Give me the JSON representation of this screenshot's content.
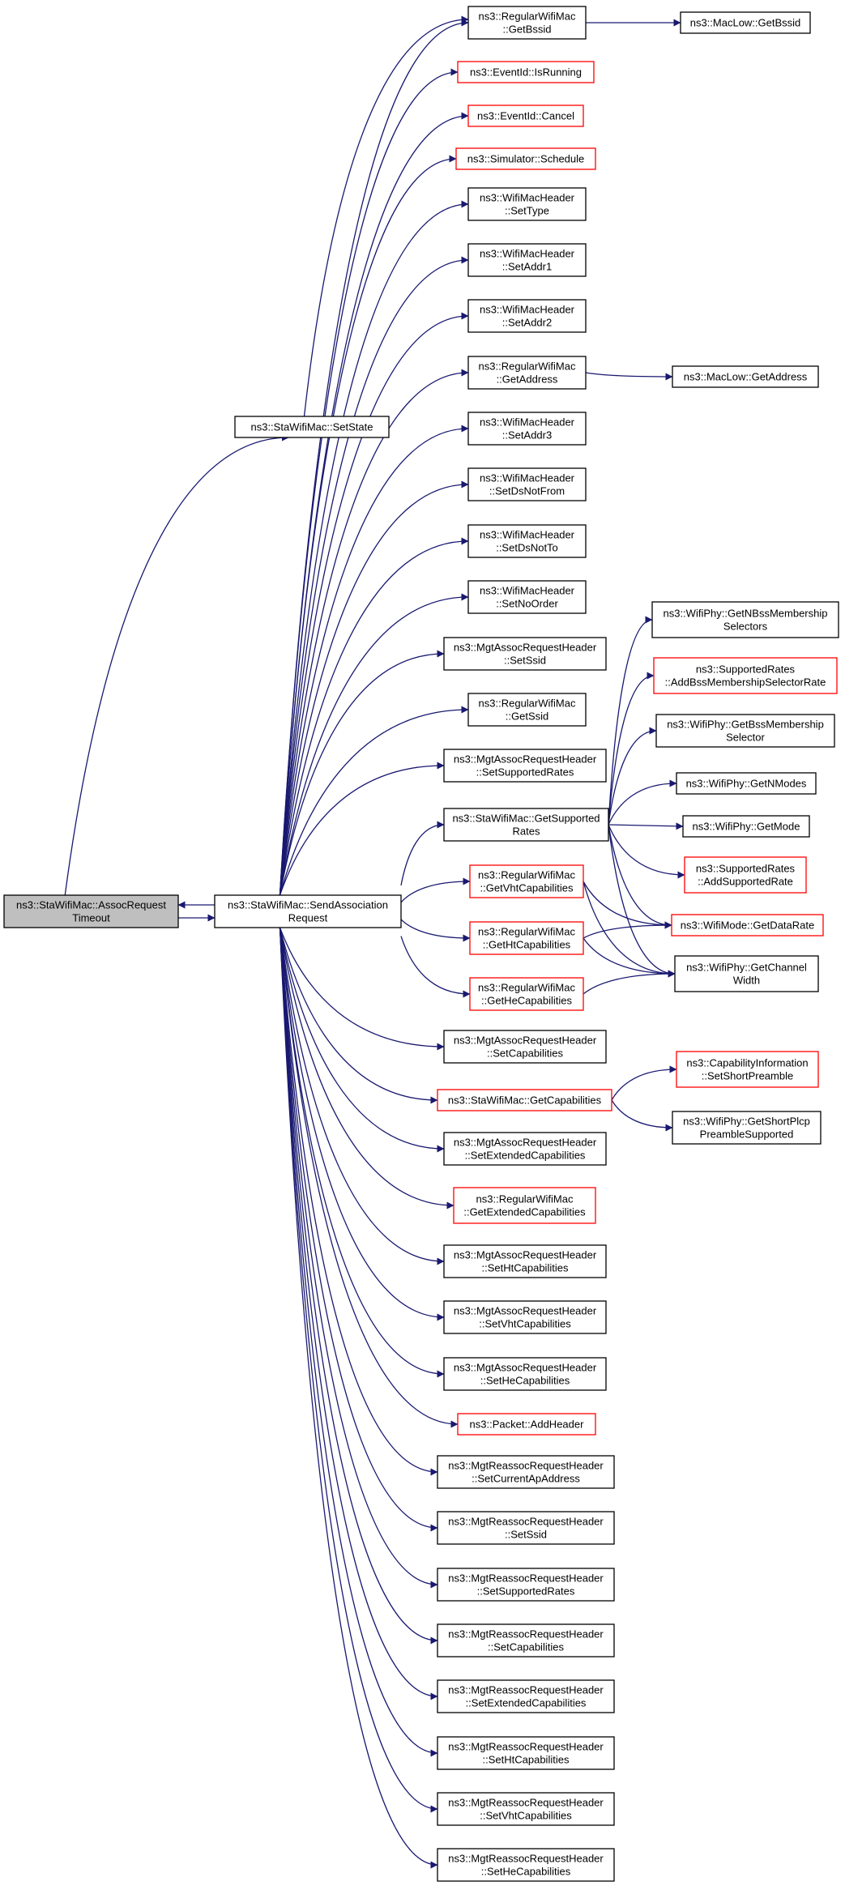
{
  "colors": {
    "edge": "#191970",
    "node_border": "#000000",
    "node_border_undocumented": "#ff0000",
    "root_fill": "#bfbfbf",
    "node_fill": "#ffffff"
  },
  "nodes": {
    "assoc_timeout": {
      "lines": [
        "ns3::StaWifiMac::AssocRequest",
        "Timeout"
      ],
      "style": "root"
    },
    "set_state": {
      "lines": [
        "ns3::StaWifiMac::SetState"
      ],
      "style": "black"
    },
    "send_assoc": {
      "lines": [
        "ns3::StaWifiMac::SendAssociation",
        "Request"
      ],
      "style": "black"
    },
    "rw_getbssid": {
      "lines": [
        "ns3::RegularWifiMac",
        "::GetBssid"
      ],
      "style": "black"
    },
    "maclow_getbssid": {
      "lines": [
        "ns3::MacLow::GetBssid"
      ],
      "style": "black"
    },
    "eventid_isrunning": {
      "lines": [
        "ns3::EventId::IsRunning"
      ],
      "style": "red"
    },
    "eventid_cancel": {
      "lines": [
        "ns3::EventId::Cancel"
      ],
      "style": "red"
    },
    "sim_schedule": {
      "lines": [
        "ns3::Simulator::Schedule"
      ],
      "style": "red"
    },
    "wmh_settype": {
      "lines": [
        "ns3::WifiMacHeader",
        "::SetType"
      ],
      "style": "black"
    },
    "wmh_setaddr1": {
      "lines": [
        "ns3::WifiMacHeader",
        "::SetAddr1"
      ],
      "style": "black"
    },
    "wmh_setaddr2": {
      "lines": [
        "ns3::WifiMacHeader",
        "::SetAddr2"
      ],
      "style": "black"
    },
    "rw_getaddress": {
      "lines": [
        "ns3::RegularWifiMac",
        "::GetAddress"
      ],
      "style": "black"
    },
    "maclow_getaddress": {
      "lines": [
        "ns3::MacLow::GetAddress"
      ],
      "style": "black"
    },
    "wmh_setaddr3": {
      "lines": [
        "ns3::WifiMacHeader",
        "::SetAddr3"
      ],
      "style": "black"
    },
    "wmh_setdsnotfrom": {
      "lines": [
        "ns3::WifiMacHeader",
        "::SetDsNotFrom"
      ],
      "style": "black"
    },
    "wmh_setdsnotto": {
      "lines": [
        "ns3::WifiMacHeader",
        "::SetDsNotTo"
      ],
      "style": "black"
    },
    "wmh_setnoorder": {
      "lines": [
        "ns3::WifiMacHeader",
        "::SetNoOrder"
      ],
      "style": "black"
    },
    "marh_setssid": {
      "lines": [
        "ns3::MgtAssocRequestHeader",
        "::SetSsid"
      ],
      "style": "black"
    },
    "rw_getssid": {
      "lines": [
        "ns3::RegularWifiMac",
        "::GetSsid"
      ],
      "style": "black"
    },
    "marh_setsupportedrates": {
      "lines": [
        "ns3::MgtAssocRequestHeader",
        "::SetSupportedRates"
      ],
      "style": "black"
    },
    "sta_getsupportedrates": {
      "lines": [
        "ns3::StaWifiMac::GetSupported",
        "Rates"
      ],
      "style": "black"
    },
    "phy_getnbss": {
      "lines": [
        "ns3::WifiPhy::GetNBssMembership",
        "Selectors"
      ],
      "style": "black"
    },
    "sr_addbss": {
      "lines": [
        "ns3::SupportedRates",
        "::AddBssMembershipSelectorRate"
      ],
      "style": "red"
    },
    "phy_getbss": {
      "lines": [
        "ns3::WifiPhy::GetBssMembership",
        "Selector"
      ],
      "style": "black"
    },
    "phy_getnmodes": {
      "lines": [
        "ns3::WifiPhy::GetNModes"
      ],
      "style": "black"
    },
    "phy_getmode": {
      "lines": [
        "ns3::WifiPhy::GetMode"
      ],
      "style": "black"
    },
    "sr_addsupported": {
      "lines": [
        "ns3::SupportedRates",
        "::AddSupportedRate"
      ],
      "style": "red"
    },
    "mode_getdatarate": {
      "lines": [
        "ns3::WifiMode::GetDataRate"
      ],
      "style": "red"
    },
    "phy_getchannelwidth": {
      "lines": [
        "ns3::WifiPhy::GetChannel",
        "Width"
      ],
      "style": "black"
    },
    "rw_getvht": {
      "lines": [
        "ns3::RegularWifiMac",
        "::GetVhtCapabilities"
      ],
      "style": "red"
    },
    "rw_getht": {
      "lines": [
        "ns3::RegularWifiMac",
        "::GetHtCapabilities"
      ],
      "style": "red"
    },
    "rw_gethe": {
      "lines": [
        "ns3::RegularWifiMac",
        "::GetHeCapabilities"
      ],
      "style": "red"
    },
    "marh_setcaps": {
      "lines": [
        "ns3::MgtAssocRequestHeader",
        "::SetCapabilities"
      ],
      "style": "black"
    },
    "sta_getcaps": {
      "lines": [
        "ns3::StaWifiMac::GetCapabilities"
      ],
      "style": "red"
    },
    "ci_setshortpreamble": {
      "lines": [
        "ns3::CapabilityInformation",
        "::SetShortPreamble"
      ],
      "style": "red"
    },
    "phy_getshortplcp": {
      "lines": [
        "ns3::WifiPhy::GetShortPlcp",
        "PreambleSupported"
      ],
      "style": "black"
    },
    "marh_setextcaps": {
      "lines": [
        "ns3::MgtAssocRequestHeader",
        "::SetExtendedCapabilities"
      ],
      "style": "black"
    },
    "rw_getextcaps": {
      "lines": [
        "ns3::RegularWifiMac",
        "::GetExtendedCapabilities"
      ],
      "style": "red"
    },
    "marh_sethtcaps": {
      "lines": [
        "ns3::MgtAssocRequestHeader",
        "::SetHtCapabilities"
      ],
      "style": "black"
    },
    "marh_setvhtcaps": {
      "lines": [
        "ns3::MgtAssocRequestHeader",
        "::SetVhtCapabilities"
      ],
      "style": "black"
    },
    "marh_sethecaps": {
      "lines": [
        "ns3::MgtAssocRequestHeader",
        "::SetHeCapabilities"
      ],
      "style": "black"
    },
    "packet_addheader": {
      "lines": [
        "ns3::Packet::AddHeader"
      ],
      "style": "red"
    },
    "mrrh_setcurrentap": {
      "lines": [
        "ns3::MgtReassocRequestHeader",
        "::SetCurrentApAddress"
      ],
      "style": "black"
    },
    "mrrh_setssid": {
      "lines": [
        "ns3::MgtReassocRequestHeader",
        "::SetSsid"
      ],
      "style": "black"
    },
    "mrrh_setsupportedrates": {
      "lines": [
        "ns3::MgtReassocRequestHeader",
        "::SetSupportedRates"
      ],
      "style": "black"
    },
    "mrrh_setcaps": {
      "lines": [
        "ns3::MgtReassocRequestHeader",
        "::SetCapabilities"
      ],
      "style": "black"
    },
    "mrrh_setextcaps": {
      "lines": [
        "ns3::MgtReassocRequestHeader",
        "::SetExtendedCapabilities"
      ],
      "style": "black"
    },
    "mrrh_sethtcaps": {
      "lines": [
        "ns3::MgtReassocRequestHeader",
        "::SetHtCapabilities"
      ],
      "style": "black"
    },
    "mrrh_setvhtcaps": {
      "lines": [
        "ns3::MgtReassocRequestHeader",
        "::SetVhtCapabilities"
      ],
      "style": "black"
    },
    "mrrh_sethecaps": {
      "lines": [
        "ns3::MgtReassocRequestHeader",
        "::SetHeCapabilities"
      ],
      "style": "black"
    }
  },
  "edges": [
    [
      "assoc_timeout",
      "set_state"
    ],
    [
      "assoc_timeout",
      "send_assoc"
    ],
    [
      "send_assoc",
      "assoc_timeout"
    ],
    [
      "set_state",
      "rw_getbssid"
    ],
    [
      "rw_getbssid",
      "maclow_getbssid"
    ],
    [
      "send_assoc",
      "rw_getbssid"
    ],
    [
      "send_assoc",
      "eventid_isrunning"
    ],
    [
      "send_assoc",
      "eventid_cancel"
    ],
    [
      "send_assoc",
      "sim_schedule"
    ],
    [
      "send_assoc",
      "wmh_settype"
    ],
    [
      "send_assoc",
      "wmh_setaddr1"
    ],
    [
      "send_assoc",
      "wmh_setaddr2"
    ],
    [
      "send_assoc",
      "rw_getaddress"
    ],
    [
      "rw_getaddress",
      "maclow_getaddress"
    ],
    [
      "send_assoc",
      "wmh_setaddr3"
    ],
    [
      "send_assoc",
      "wmh_setdsnotfrom"
    ],
    [
      "send_assoc",
      "wmh_setdsnotto"
    ],
    [
      "send_assoc",
      "wmh_setnoorder"
    ],
    [
      "send_assoc",
      "marh_setssid"
    ],
    [
      "send_assoc",
      "rw_getssid"
    ],
    [
      "send_assoc",
      "marh_setsupportedrates"
    ],
    [
      "send_assoc",
      "sta_getsupportedrates"
    ],
    [
      "sta_getsupportedrates",
      "phy_getnbss"
    ],
    [
      "sta_getsupportedrates",
      "sr_addbss"
    ],
    [
      "sta_getsupportedrates",
      "phy_getbss"
    ],
    [
      "sta_getsupportedrates",
      "phy_getnmodes"
    ],
    [
      "sta_getsupportedrates",
      "phy_getmode"
    ],
    [
      "sta_getsupportedrates",
      "sr_addsupported"
    ],
    [
      "sta_getsupportedrates",
      "mode_getdatarate"
    ],
    [
      "sta_getsupportedrates",
      "phy_getchannelwidth"
    ],
    [
      "send_assoc",
      "rw_getvht"
    ],
    [
      "rw_getvht",
      "mode_getdatarate"
    ],
    [
      "rw_getvht",
      "phy_getchannelwidth"
    ],
    [
      "send_assoc",
      "rw_getht"
    ],
    [
      "rw_getht",
      "mode_getdatarate"
    ],
    [
      "rw_getht",
      "phy_getchannelwidth"
    ],
    [
      "send_assoc",
      "rw_gethe"
    ],
    [
      "rw_gethe",
      "phy_getchannelwidth"
    ],
    [
      "send_assoc",
      "marh_setcaps"
    ],
    [
      "send_assoc",
      "sta_getcaps"
    ],
    [
      "sta_getcaps",
      "ci_setshortpreamble"
    ],
    [
      "sta_getcaps",
      "phy_getshortplcp"
    ],
    [
      "send_assoc",
      "marh_setextcaps"
    ],
    [
      "send_assoc",
      "rw_getextcaps"
    ],
    [
      "send_assoc",
      "marh_sethtcaps"
    ],
    [
      "send_assoc",
      "marh_setvhtcaps"
    ],
    [
      "send_assoc",
      "marh_sethecaps"
    ],
    [
      "send_assoc",
      "packet_addheader"
    ],
    [
      "send_assoc",
      "mrrh_setcurrentap"
    ],
    [
      "send_assoc",
      "mrrh_setssid"
    ],
    [
      "send_assoc",
      "mrrh_setsupportedrates"
    ],
    [
      "send_assoc",
      "mrrh_setcaps"
    ],
    [
      "send_assoc",
      "mrrh_setextcaps"
    ],
    [
      "send_assoc",
      "mrrh_sethtcaps"
    ],
    [
      "send_assoc",
      "mrrh_setvhtcaps"
    ],
    [
      "send_assoc",
      "mrrh_sethecaps"
    ]
  ]
}
